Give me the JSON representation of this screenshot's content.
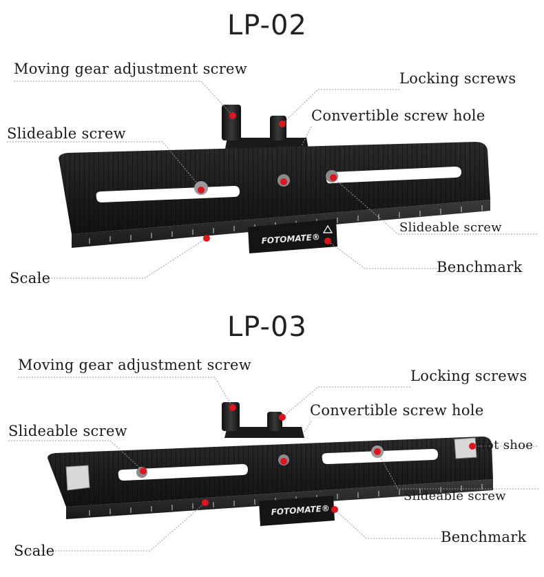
{
  "sections": [
    {
      "title": "LP-02",
      "brand": "FOTOMATE",
      "labels": {
        "moving_gear": "Moving gear adjustment screw",
        "locking": "Locking screws",
        "convertible": "Convertible screw hole",
        "slideable_top": "Slideable screw",
        "slideable_right": "Slideable screw",
        "scale": "Scale",
        "benchmark": "Benchmark"
      }
    },
    {
      "title": "LP-03",
      "brand": "FOTOMATE",
      "labels": {
        "moving_gear": "Moving gear adjustment screw",
        "locking": "Locking screws",
        "convertible": "Convertible screw hole",
        "slideable_top": "Slideable screw",
        "hot_shoe": "Hot shoe",
        "slideable_right": "Slideable screw",
        "scale": "Scale",
        "benchmark": "Benchmark"
      }
    }
  ],
  "colors": {
    "plate": "#1c1c1e",
    "marker": "#e0141c",
    "leader": "#9a9a9a"
  }
}
